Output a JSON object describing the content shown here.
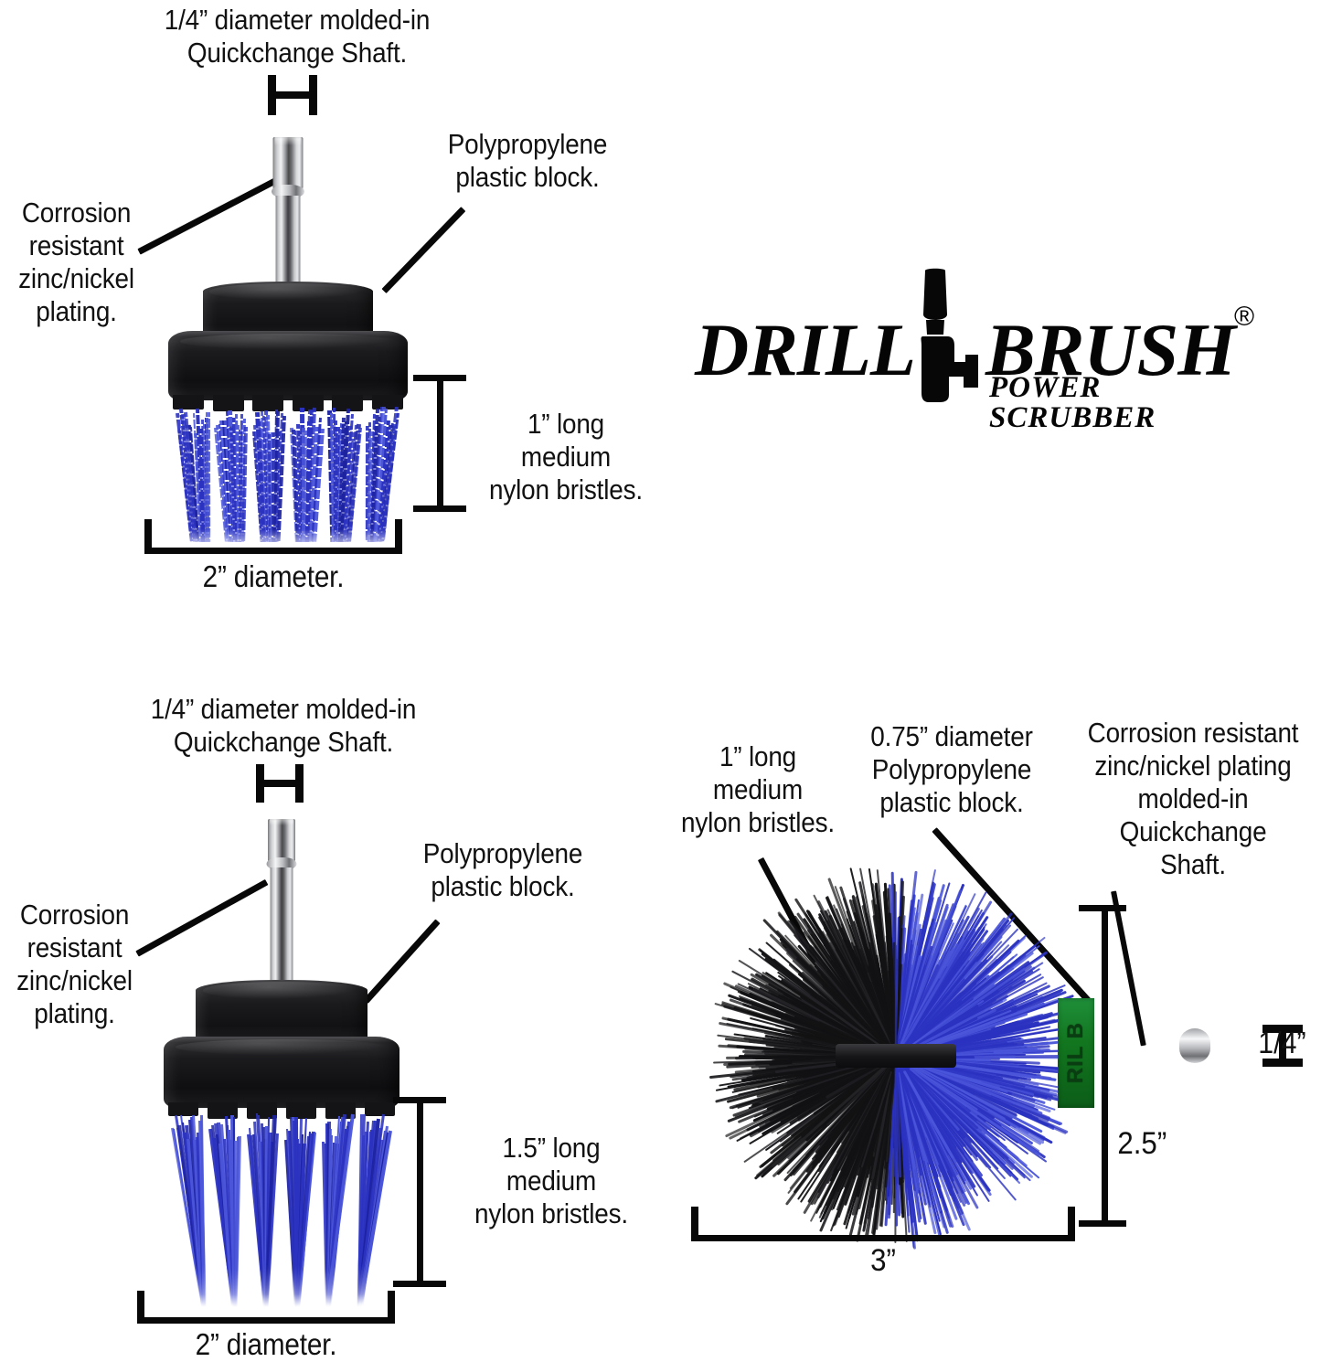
{
  "brand": {
    "word1": "DRILL",
    "word2": "BRUSH",
    "registered": "®",
    "tagline": "POWER SCRUBBER",
    "icon": "drill-silhouette-icon"
  },
  "colors": {
    "bristle_blue": "#2B32C0",
    "bristle_blue_light": "#4A55DA",
    "bristle_black": "#121214",
    "plastic_black": "#16161a",
    "label_green": "#13771f",
    "metal": "#cfd0d2",
    "ink": "#111111",
    "background": "#ffffff"
  },
  "panels": [
    {
      "id": "top-left-brush",
      "product": "2 inch flat disc brush, 1 inch bristles",
      "callouts": {
        "shaft": "1/4” diameter molded-in\nQuickchange Shaft.",
        "plating": "Corrosion\nresistant\nzinc/nickel\nplating.",
        "block": "Polypropylene\nplastic block.",
        "bristles": "1” long\nmedium\nnylon bristles."
      },
      "dimensions": {
        "shaft_width": "",
        "diameter": "2” diameter."
      }
    },
    {
      "id": "bottom-left-brush",
      "product": "2 inch flat disc brush, 1.5 inch bristles",
      "callouts": {
        "shaft": "1/4” diameter molded-in\nQuickchange Shaft.",
        "plating": "Corrosion\nresistant\nzinc/nickel\nplating.",
        "block": "Polypropylene\nplastic block.",
        "bristles": "1.5” long\nmedium\nnylon bristles."
      },
      "dimensions": {
        "shaft_width": "",
        "diameter": "2” diameter."
      }
    },
    {
      "id": "bottom-right-brush",
      "product": "3 inch ball chimney brush",
      "callouts": {
        "bristles": "1” long\nmedium\nnylon bristles.",
        "block": "0.75” diameter\nPolypropylene\nplastic block.",
        "shaft": "Corrosion resistant\nzinc/nickel plating\nmolded-in\nQuickchange\nShaft."
      },
      "dimensions": {
        "width": "3”",
        "height": "2.5”",
        "shaft": "1/4”"
      },
      "label_text": "RIL B"
    }
  ]
}
